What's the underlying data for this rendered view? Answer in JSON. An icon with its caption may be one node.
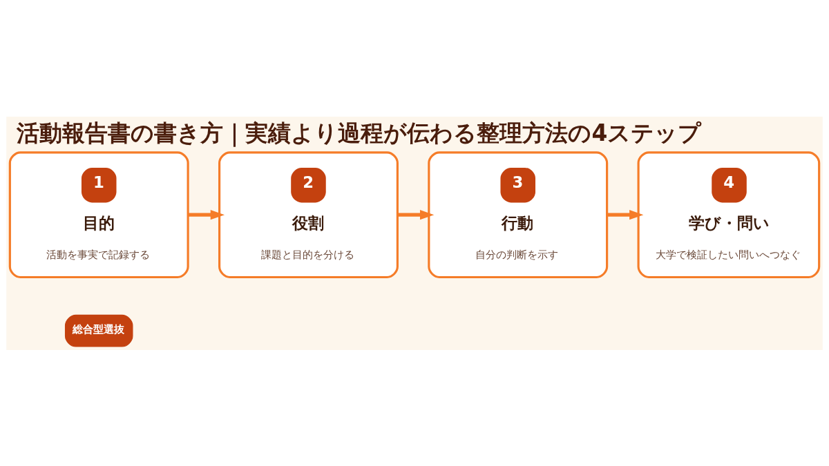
{
  "diagram": {
    "title": "活動報告書の書き方｜実績より過程が伝わる整理方法の4ステップ",
    "nodes": [
      {
        "text": [
          "総合型選抜"
        ]
      },
      {
        "text": [
          "1",
          "目的",
          "活動を事実で記録する"
        ]
      },
      {
        "text": [
          "2",
          "役割",
          "課題と目的を分ける"
        ]
      },
      {
        "text": [
          "3",
          "行動",
          "自分の判断を示す"
        ]
      },
      {
        "text": [
          "4",
          "学び・問い",
          "大学で検証したい問いへつなぐ"
        ]
      }
    ],
    "edges": [
      {
        "from": 1,
        "to": 2,
        "arrow": "to"
      },
      {
        "from": 2,
        "to": 3,
        "arrow": "to"
      },
      {
        "from": 3,
        "to": 4,
        "arrow": "to"
      }
    ]
  }
}
